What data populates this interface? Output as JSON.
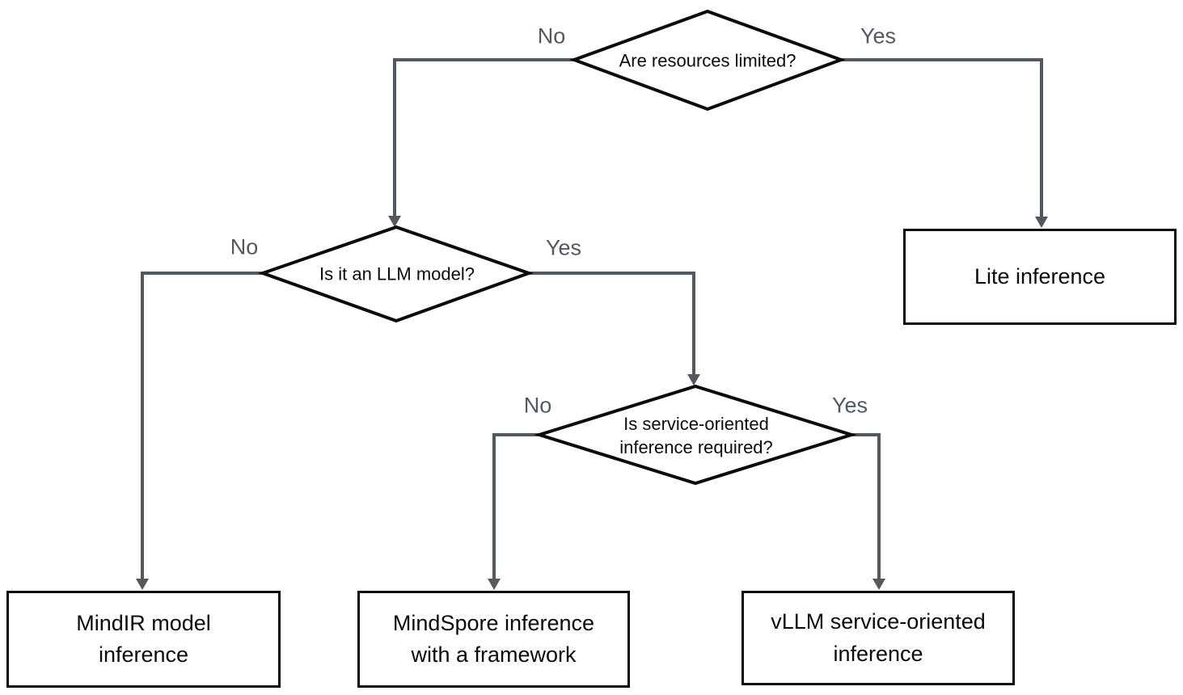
{
  "flowchart": {
    "background_color": "#ffffff",
    "node_border_color": "#0b0b0b",
    "node_fill_color": "#ffffff",
    "connector_color": "#54585f",
    "edge_label_color": "#54585f",
    "decisions": [
      {
        "id": "d1",
        "text": "Are resources limited?"
      },
      {
        "id": "d2",
        "text": "Is it an LLM model?"
      },
      {
        "id": "d3",
        "text": "Is service-oriented\ninference required?"
      }
    ],
    "outcomes": [
      {
        "id": "lite",
        "text": "Lite inference"
      },
      {
        "id": "mindir",
        "text": "MindIR model\ninference"
      },
      {
        "id": "mindspore",
        "text": "MindSpore inference\nwith a framework"
      },
      {
        "id": "vllm",
        "text": "vLLM service-oriented\ninference"
      }
    ],
    "edges": [
      {
        "from": "d1",
        "label": "No",
        "to": "d2"
      },
      {
        "from": "d1",
        "label": "Yes",
        "to": "lite"
      },
      {
        "from": "d2",
        "label": "No",
        "to": "mindir"
      },
      {
        "from": "d2",
        "label": "Yes",
        "to": "d3"
      },
      {
        "from": "d3",
        "label": "No",
        "to": "mindspore"
      },
      {
        "from": "d3",
        "label": "Yes",
        "to": "vllm"
      }
    ]
  }
}
